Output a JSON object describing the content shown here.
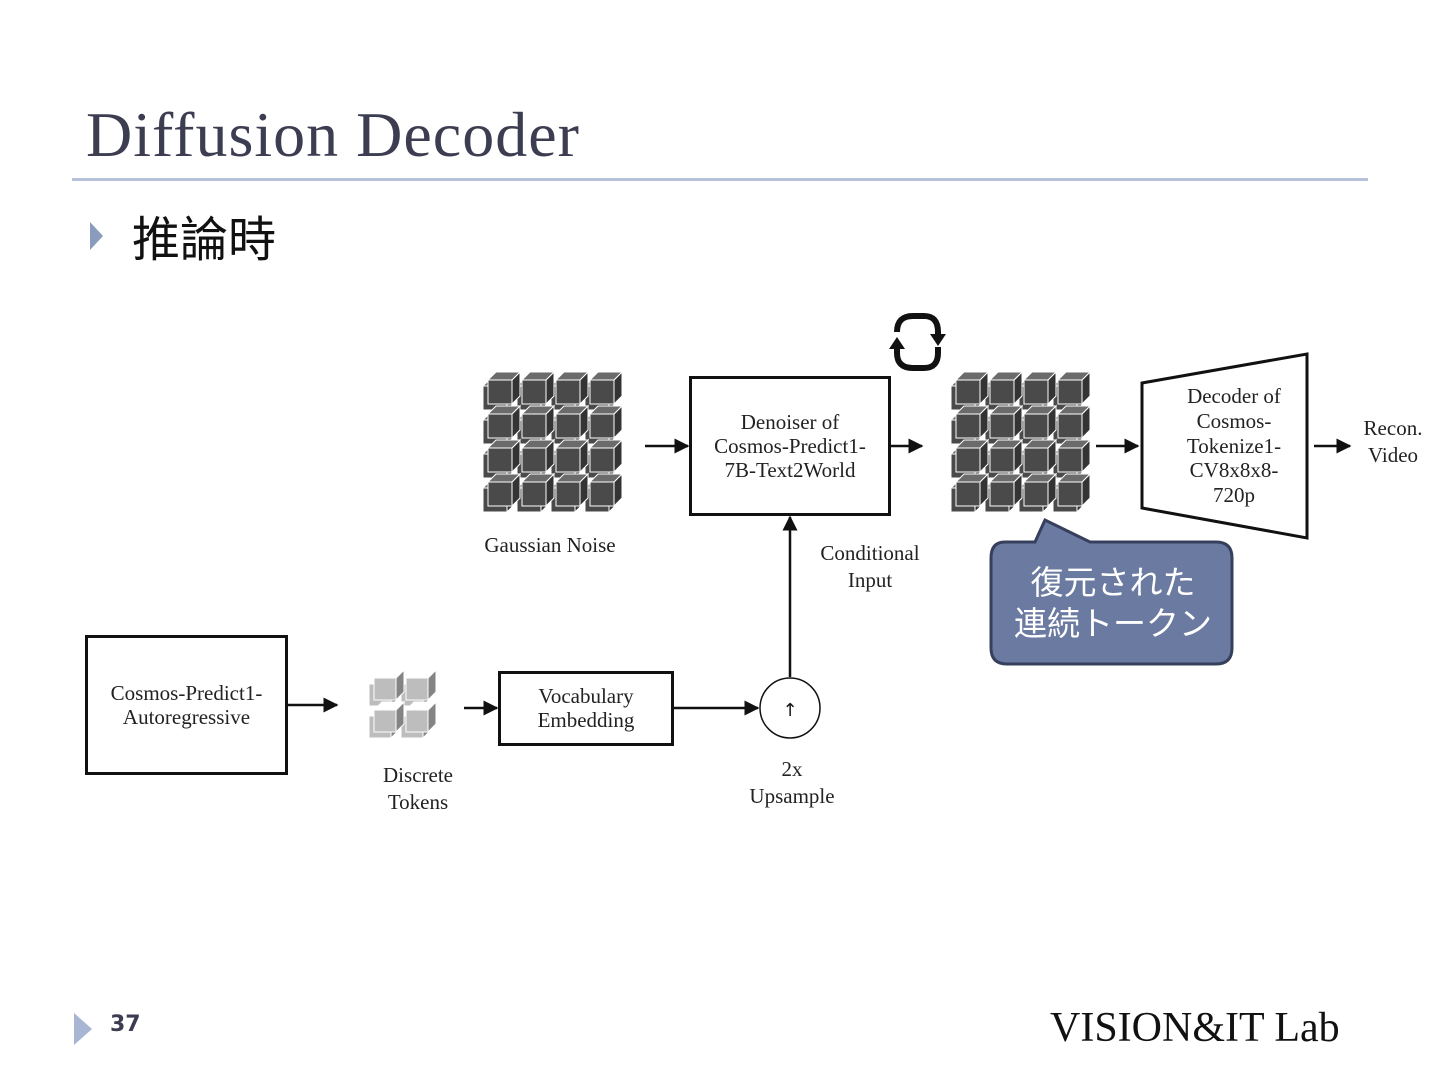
{
  "slide": {
    "title": "Diffusion Decoder",
    "bullet": "推論時",
    "page_number": "37",
    "logo": "VISION&IT Lab"
  },
  "diagram": {
    "gaussian_noise_label": "Gaussian Noise",
    "denoiser_label": "Denoiser of\nCosmos-Predict1-\n7B-Text2World",
    "decoder_label": "Decoder of\nCosmos-\nTokenize1-\nCV8x8x8-\n720p",
    "output_label": "Recon.\nVideo",
    "conditional_input_label": "Conditional\nInput",
    "callout_text": "復元された\n連続トークン",
    "autoregressive_label": "Cosmos-Predict1-\nAutoregressive",
    "discrete_tokens_label": "Discrete\nTokens",
    "vocab_embedding_label": "Vocabulary\nEmbedding",
    "upsample_symbol": "↑",
    "upsample_label": "2x\nUpsample",
    "loop_icon": "refresh-loop-icon",
    "callout_color": "#6b7aa1",
    "cube_color": "#4a4a4a",
    "discrete_cube_color": "#bdbdbd"
  }
}
